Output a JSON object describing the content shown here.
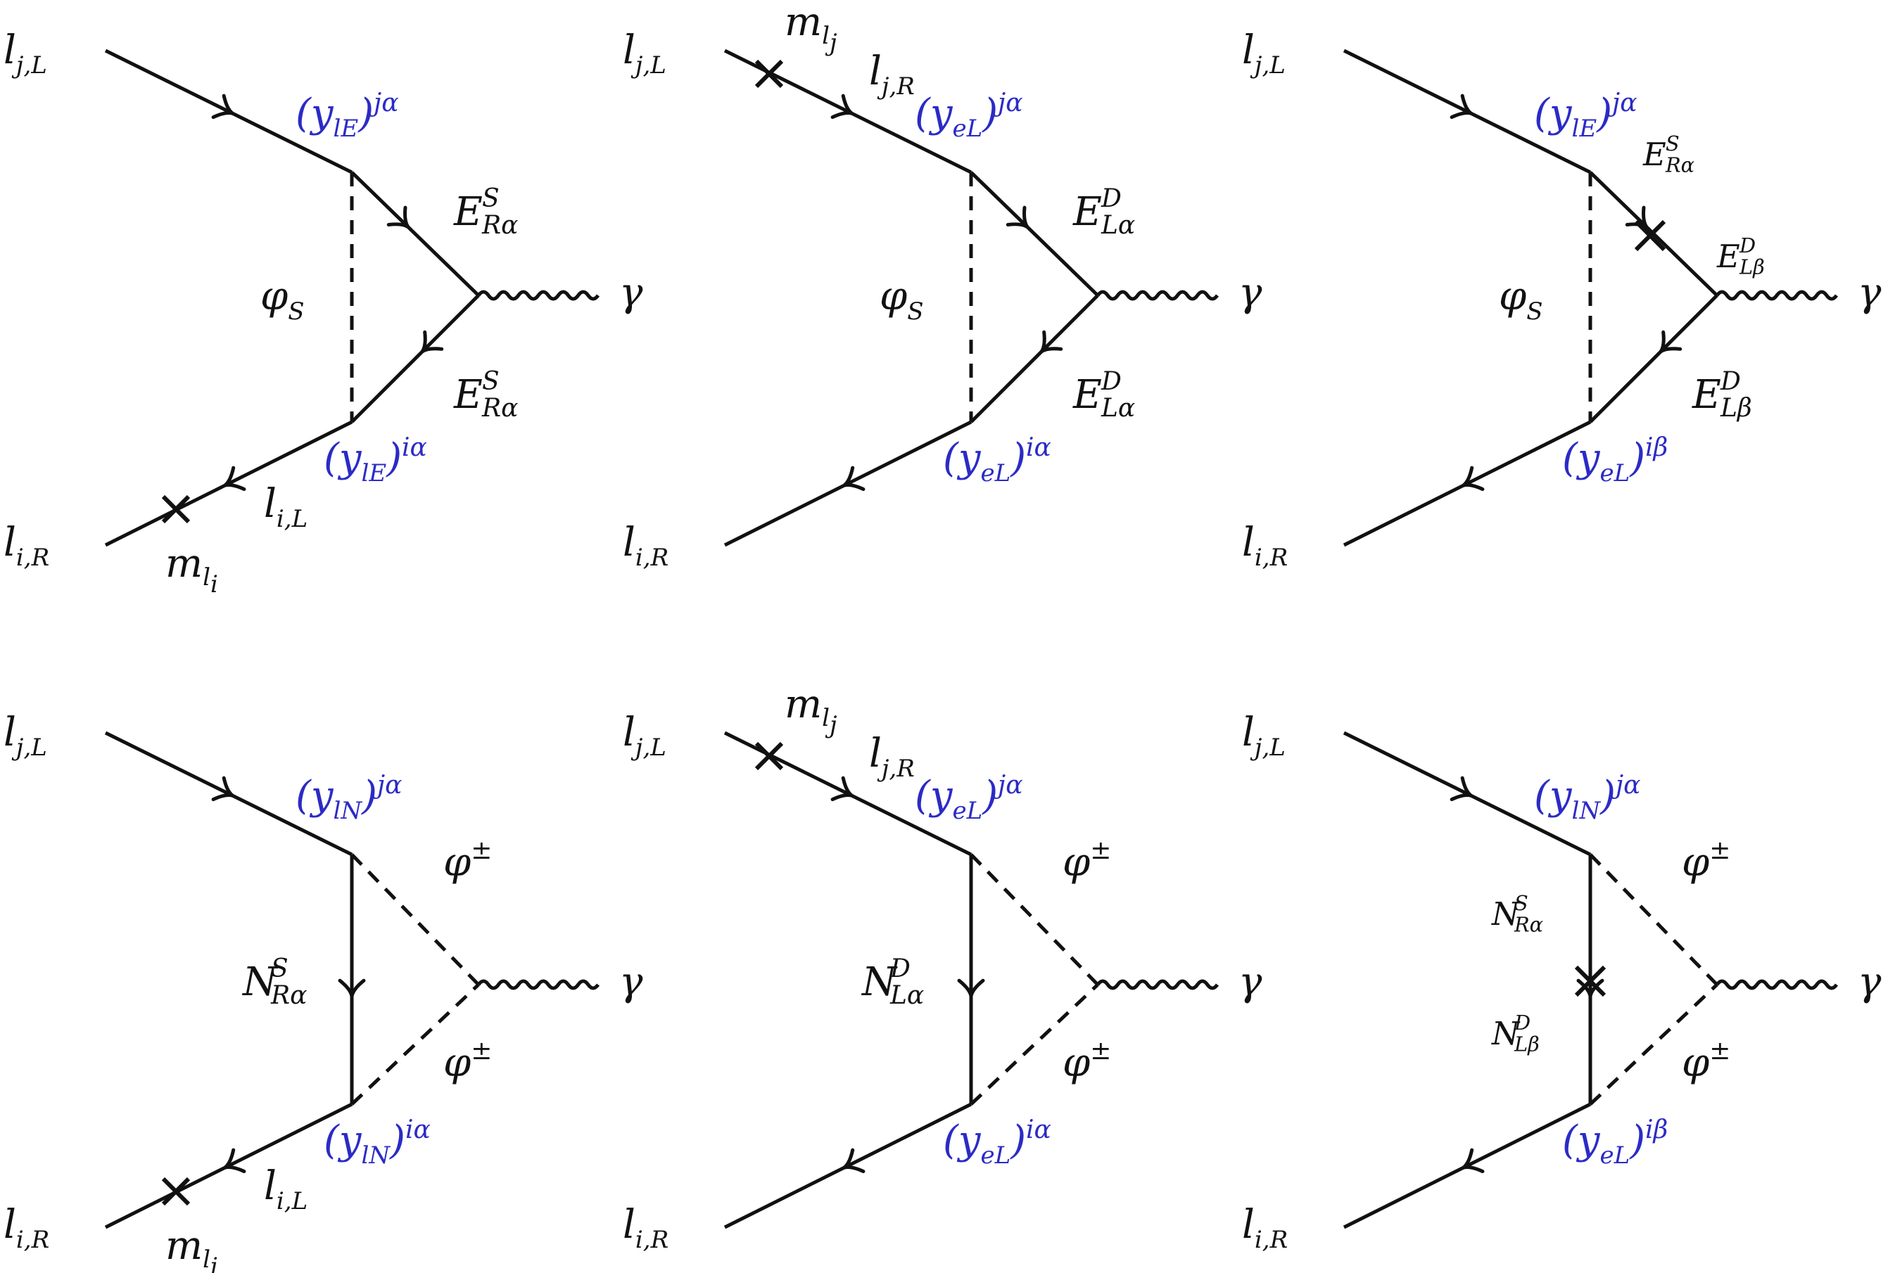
{
  "colors": {
    "ink": "#111111",
    "coupling": "#2b2bc6",
    "background": "#ffffff"
  },
  "diagrams": [
    {
      "id": "a",
      "labels": {
        "in_top": [
          "l",
          "j,L"
        ],
        "in_bottom": [
          "l",
          "i,R"
        ],
        "mass_bottom": [
          "m",
          "l",
          "i"
        ],
        "chirality_bottom": [
          "l",
          "i,L"
        ],
        "coupling_top": [
          "(y",
          "lE",
          ")",
          "jα"
        ],
        "coupling_bottom": [
          "(y",
          "lE",
          ")",
          "iα"
        ],
        "scalar": [
          "φ",
          "S"
        ],
        "fermion_top": [
          "E",
          "S",
          "Rα"
        ],
        "fermion_bottom": [
          "E",
          "S",
          "Rα"
        ],
        "photon": "γ"
      }
    },
    {
      "id": "b",
      "labels": {
        "in_top": [
          "l",
          "j,L"
        ],
        "in_bottom": [
          "l",
          "i,R"
        ],
        "mass_top": [
          "m",
          "l",
          "j"
        ],
        "chirality_top": [
          "l",
          "j,R"
        ],
        "coupling_top": [
          "(y",
          "eL",
          ")",
          "jα"
        ],
        "coupling_bottom": [
          "(y",
          "eL",
          ")",
          "iα"
        ],
        "scalar": [
          "φ",
          "S"
        ],
        "fermion_top": [
          "E",
          "D",
          "Lα"
        ],
        "fermion_bottom": [
          "E",
          "D",
          "Lα"
        ],
        "photon": "γ"
      }
    },
    {
      "id": "c",
      "labels": {
        "in_top": [
          "l",
          "j,L"
        ],
        "in_bottom": [
          "l",
          "i,R"
        ],
        "coupling_top": [
          "(y",
          "lE",
          ")",
          "jα"
        ],
        "coupling_bottom": [
          "(y",
          "eL",
          ")",
          "iβ"
        ],
        "scalar": [
          "φ",
          "S"
        ],
        "fermion_top_a": [
          "E",
          "S",
          "Rα"
        ],
        "fermion_top_b": [
          "E",
          "D",
          "Lβ"
        ],
        "fermion_bottom": [
          "E",
          "D",
          "Lβ"
        ],
        "photon": "γ"
      }
    },
    {
      "id": "d",
      "labels": {
        "in_top": [
          "l",
          "j,L"
        ],
        "in_bottom": [
          "l",
          "i,R"
        ],
        "mass_bottom": [
          "m",
          "l",
          "i"
        ],
        "chirality_bottom": [
          "l",
          "i,L"
        ],
        "coupling_top": [
          "(y",
          "lN",
          ")",
          "jα"
        ],
        "coupling_bottom": [
          "(y",
          "lN",
          ")",
          "iα"
        ],
        "scalar_top": "φ±",
        "scalar_bottom": "φ±",
        "fermion": [
          "N",
          "S",
          "Rα"
        ],
        "photon": "γ"
      }
    },
    {
      "id": "e",
      "labels": {
        "in_top": [
          "l",
          "j,L"
        ],
        "in_bottom": [
          "l",
          "i,R"
        ],
        "mass_top": [
          "m",
          "l",
          "j"
        ],
        "chirality_top": [
          "l",
          "j,R"
        ],
        "coupling_top": [
          "(y",
          "eL",
          ")",
          "jα"
        ],
        "coupling_bottom": [
          "(y",
          "eL",
          ")",
          "iα"
        ],
        "scalar_top": "φ±",
        "scalar_bottom": "φ±",
        "fermion": [
          "N",
          "D",
          "Lα"
        ],
        "photon": "γ"
      }
    },
    {
      "id": "f",
      "labels": {
        "in_top": [
          "l",
          "j,L"
        ],
        "in_bottom": [
          "l",
          "i,R"
        ],
        "coupling_top": [
          "(y",
          "lN",
          ")",
          "jα"
        ],
        "coupling_bottom": [
          "(y",
          "eL",
          ")",
          "iβ"
        ],
        "scalar_top": "φ±",
        "scalar_bottom": "φ±",
        "fermion_a": [
          "N",
          "S",
          "Rα"
        ],
        "fermion_b": [
          "N",
          "D",
          "Lβ"
        ],
        "photon": "γ"
      }
    }
  ]
}
